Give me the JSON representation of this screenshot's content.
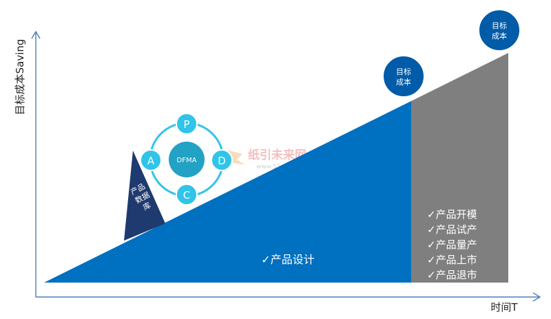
{
  "axes": {
    "y_label": "目标成本Saving",
    "x_label": "时间T"
  },
  "cycle": {
    "center": "DFMA",
    "nodes": [
      "P",
      "D",
      "C",
      "A"
    ]
  },
  "database": {
    "lines": [
      "产品",
      "数据",
      "库"
    ]
  },
  "design_phase": {
    "label": "✓产品设计"
  },
  "production_phase": {
    "items": [
      "✓产品开模",
      "✓产品试产",
      "✓产品量产",
      "✓产品上市",
      "✓产品退市"
    ]
  },
  "target_badges": [
    {
      "lines": [
        "目标",
        "成本"
      ]
    },
    {
      "lines": [
        "目标",
        "成本"
      ]
    }
  ],
  "watermark": {
    "text": "纸引未来网",
    "url": "www.51zywl.com"
  },
  "colors": {
    "axis": "#4a7ebb",
    "design_fill": "#0070c0",
    "production_fill": "#7f7f7f",
    "badge_fill": "#005ba8",
    "cycle_node": "#2fc4e8",
    "cycle_center": "#22a2c4",
    "database_fill": "#1f3a6e"
  }
}
